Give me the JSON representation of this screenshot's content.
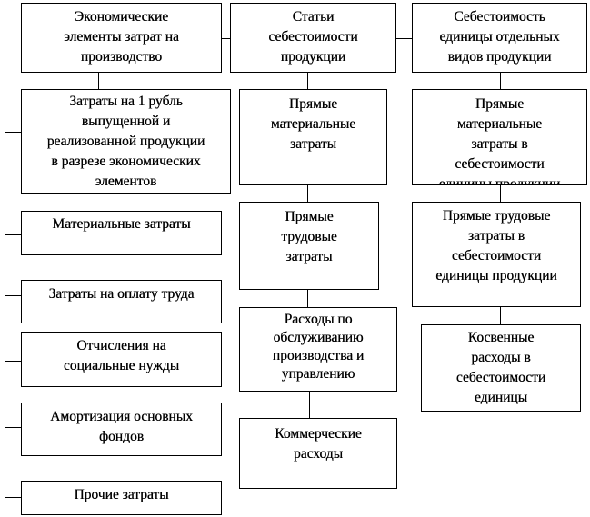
{
  "columns": [
    {
      "header": "Экономические\nэлементы затрат на\nпроизводство",
      "items": [
        "Затраты на 1 рубль\nвыпущенной и\nреализованной продукции\nв разрезе экономических\nэлементов",
        "Материальные затраты",
        "Затраты на оплату труда",
        "Отчисления на\nсоциальные нужды",
        "Амортизация основных\nфондов",
        "Прочие затраты"
      ]
    },
    {
      "header": "Статьи\nсебестоимости\nпродукции",
      "items": [
        "Прямые\nматериальные\nзатраты",
        "Прямые\nтрудовые\nзатраты",
        "Расходы по\nобслуживанию\nпроизводства и\nуправлению",
        "Коммерческие\nрасходы"
      ]
    },
    {
      "header": "Себестоимость\nединицы отдельных\nвидов продукции",
      "items": [
        "Прямые\nматериальные\nзатраты в\nсебестоимости\nединицы продукции",
        "Прямые трудовые\nзатраты в\nсебестоимости\nединицы продукции",
        "Косвенные\nрасходы в\nсебестоимости\nединицы"
      ]
    }
  ]
}
